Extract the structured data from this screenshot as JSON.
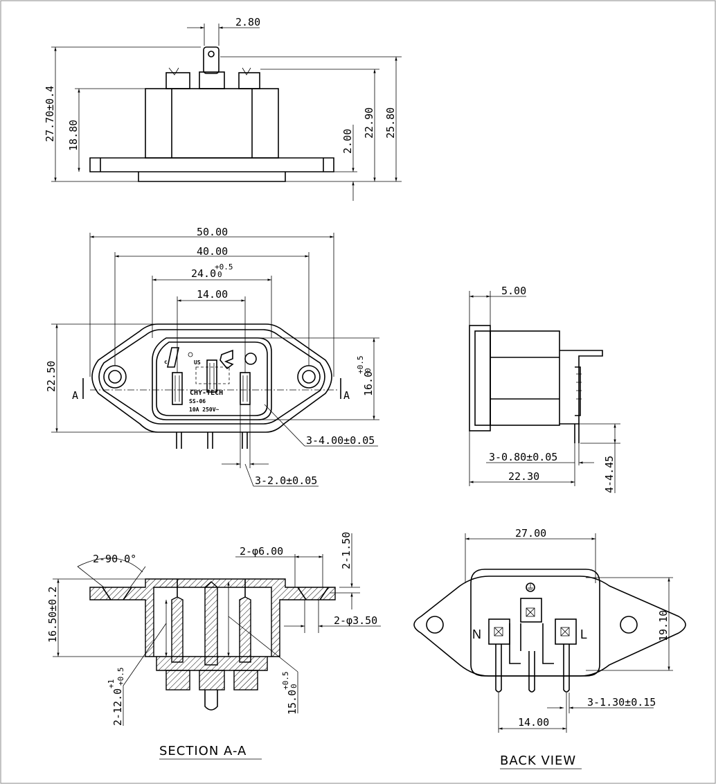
{
  "top_view": {
    "dims": {
      "pin_width": "2.80",
      "overall_height": "27.70±0.4",
      "body_height": "18.80",
      "flange": "2.00",
      "h1": "22.90",
      "h2": "25.80"
    }
  },
  "front_view": {
    "dims": {
      "w_total": "50.00",
      "w_holes": "40.00",
      "w_panel": "24.0",
      "w_panel_tol": "+0.5",
      "w_panel_tol2": "0",
      "w_pins": "14.00",
      "height": "22.50",
      "panel_h": "16.0",
      "panel_h_tol": "+0.5",
      "panel_h_tol2": "0",
      "holes": "3-4.00±0.05",
      "slot": "3-2.0±0.05",
      "sec_left": "A",
      "sec_right": "A"
    },
    "marking": {
      "brand": "CHY-TECH",
      "model": "SS-06",
      "rating": "10A  250V~",
      "cert_c": "c",
      "cert_us": "US"
    }
  },
  "side_view": {
    "dims": {
      "flange": "5.00",
      "pin_t": "3-0.80±0.05",
      "depth": "22.30",
      "pin_len": "4-4.45"
    }
  },
  "section_view": {
    "dims": {
      "angle": "2-90.0°",
      "csk": "2-φ6.00",
      "csk_depth": "2-1.50",
      "hole": "2-φ3.50",
      "height": "16.50±0.2",
      "pin_len": "2-12.0",
      "pin_len_tol1": "+1",
      "pin_len_tol2": "+0.5",
      "center_len": "15.0",
      "center_tol1": "+0.5",
      "center_tol2": "0"
    },
    "caption": "SECTION  A-A"
  },
  "back_view": {
    "dims": {
      "width": "27.00",
      "height": "19.10",
      "pin_w": "3-1.30±0.15",
      "pitch": "14.00"
    },
    "labels": {
      "neutral": "N",
      "line": "L"
    },
    "caption": "BACK  VIEW"
  }
}
